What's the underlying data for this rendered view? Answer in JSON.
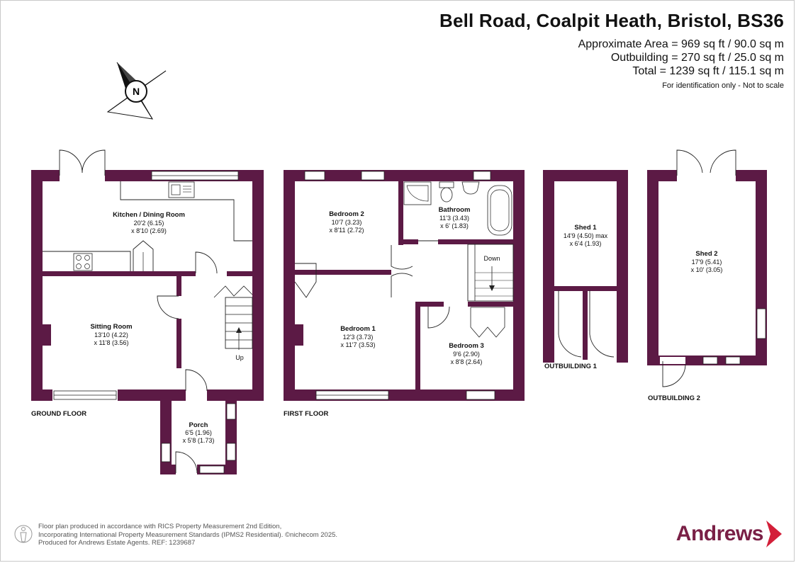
{
  "header": {
    "title": "Bell Road, Coalpit Heath, Bristol, BS36",
    "area_lines": [
      "Approximate Area = 969 sq ft / 90.0 sq m",
      "Outbuilding = 270 sq ft / 25.0 sq m",
      "Total = 1239 sq ft / 115.1 sq m"
    ],
    "id_note": "For identification only - Not to scale"
  },
  "compass": {
    "label": "N"
  },
  "ground_floor": {
    "label": "GROUND FLOOR",
    "kitchen": {
      "name": "Kitchen / Dining Room",
      "dim1": "20'2 (6.15)",
      "dim2": "x 8'10 (2.69)"
    },
    "sitting": {
      "name": "Sitting Room",
      "dim1": "13'10 (4.22)",
      "dim2": "x 11'8 (3.56)"
    },
    "porch": {
      "name": "Porch",
      "dim1": "6'5 (1.96)",
      "dim2": "x 5'8 (1.73)"
    },
    "stairs_label": "Up"
  },
  "first_floor": {
    "label": "FIRST FLOOR",
    "bedroom2": {
      "name": "Bedroom 2",
      "dim1": "10'7 (3.23)",
      "dim2": "x 8'11 (2.72)"
    },
    "bathroom": {
      "name": "Bathroom",
      "dim1": "11'3 (3.43)",
      "dim2": "x 6' (1.83)"
    },
    "bedroom1": {
      "name": "Bedroom 1",
      "dim1": "12'3 (3.73)",
      "dim2": "x 11'7 (3.53)"
    },
    "bedroom3": {
      "name": "Bedroom 3",
      "dim1": "9'6 (2.90)",
      "dim2": "x 8'8 (2.64)"
    },
    "stairs_label": "Down"
  },
  "outbuilding1": {
    "label": "OUTBUILDING 1",
    "shed1": {
      "name": "Shed 1",
      "dim1": "14'9 (4.50) max",
      "dim2": "x 6'4 (1.93)"
    }
  },
  "outbuilding2": {
    "label": "OUTBUILDING 2",
    "shed2": {
      "name": "Shed 2",
      "dim1": "17'9 (5.41)",
      "dim2": "x 10' (3.05)"
    }
  },
  "footer": {
    "lines": [
      "Floor plan produced in accordance with RICS Property Measurement 2nd Edition,",
      "Incorporating International Property Measurement Standards (IPMS2 Residential).  ©nichecom 2025.",
      "Produced for Andrews Estate Agents.   REF: 1239687"
    ]
  },
  "logo": {
    "text": "Andrews"
  },
  "colors": {
    "wall": "#5c1a45",
    "brand": "#7a2046",
    "arrow": "#d31f39"
  }
}
